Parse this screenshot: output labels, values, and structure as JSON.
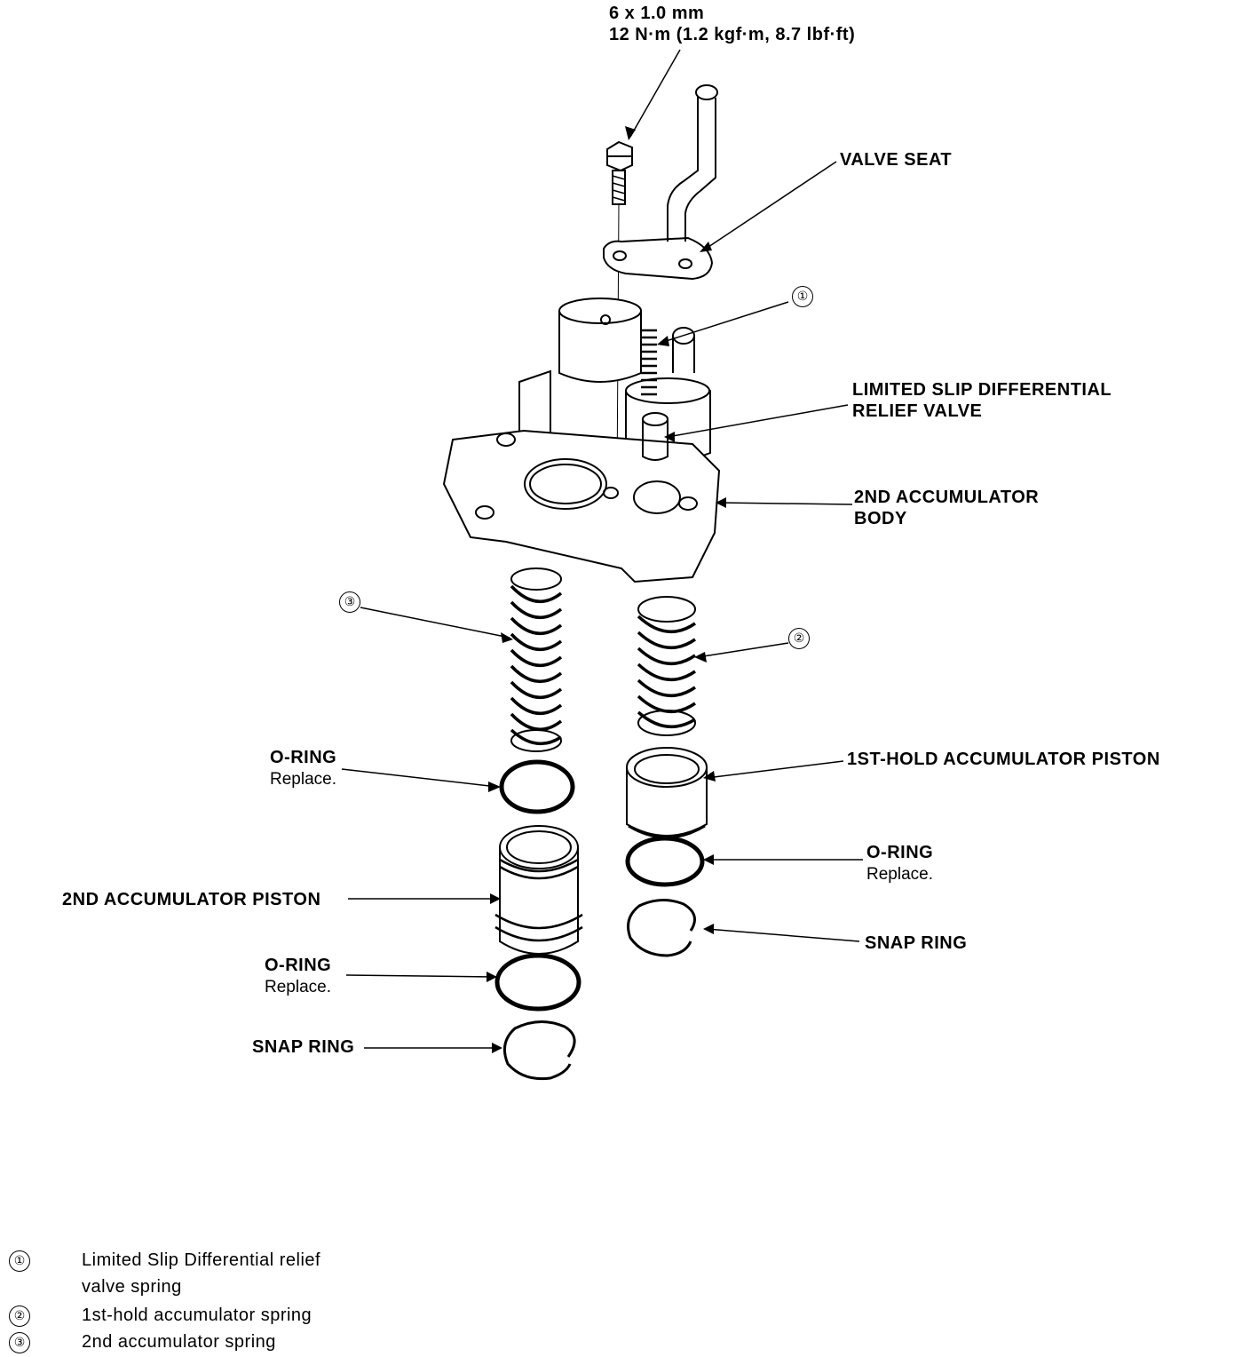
{
  "bolt_spec": {
    "size": "6 x 1.0 mm",
    "torque": "12 N·m (1.2 kgf·m, 8.7 lbf·ft)"
  },
  "labels": {
    "valve_seat": "VALVE SEAT",
    "lsd_relief_valve_line1": "LIMITED SLIP DIFFERENTIAL",
    "lsd_relief_valve_line2": "RELIEF VALVE",
    "accumulator_body_line1": "2ND ACCUMULATOR",
    "accumulator_body_line2": "BODY",
    "oring_left_top": "O-RING",
    "oring_left_top_note": "Replace.",
    "first_hold_piston": "1ST-HOLD ACCUMULATOR PISTON",
    "second_piston": "2ND ACCUMULATOR PISTON",
    "oring_right": "O-RING",
    "oring_right_note": "Replace.",
    "snap_ring_right": "SNAP RING",
    "oring_left_bottom": "O-RING",
    "oring_left_bottom_note": "Replace.",
    "snap_ring_left": "SNAP RING"
  },
  "callouts": [
    "①",
    "②",
    "③"
  ],
  "legend": [
    {
      "num": "①",
      "line1": "Limited Slip Differential relief",
      "line2": "valve spring"
    },
    {
      "num": "②",
      "line1": "1st-hold accumulator spring"
    },
    {
      "num": "③",
      "line1": "2nd accumulator spring"
    }
  ]
}
